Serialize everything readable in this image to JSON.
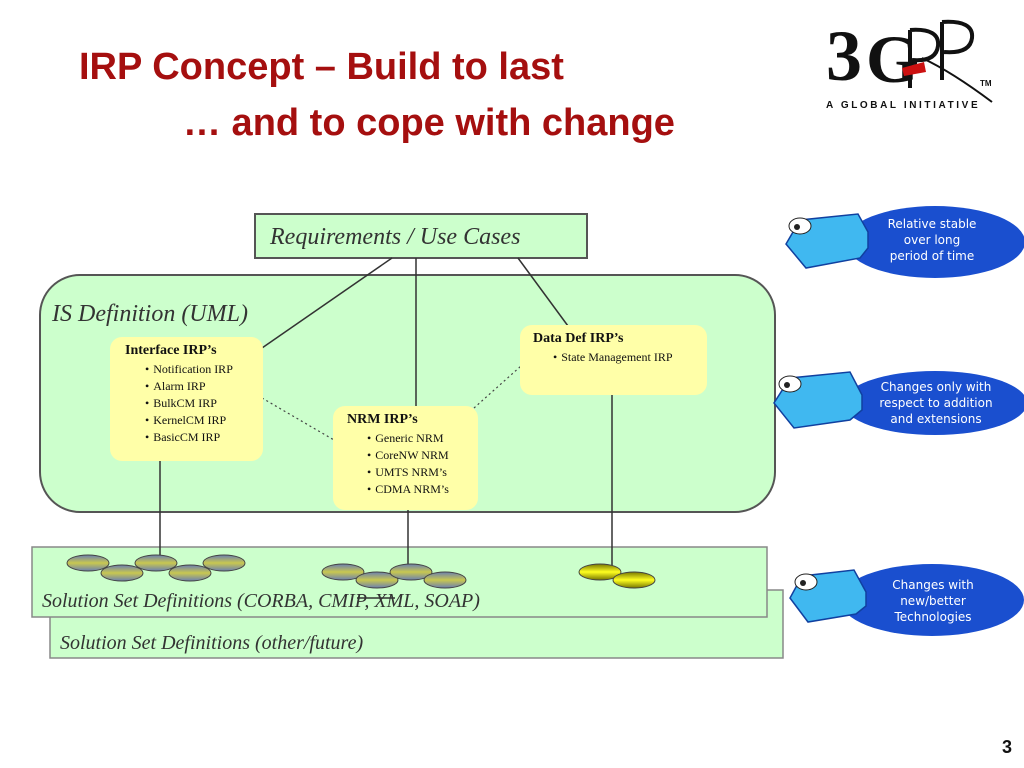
{
  "slide": {
    "title_line1": "IRP Concept – Build to last",
    "title_line2": "… and to cope with change",
    "page_number": "3"
  },
  "logo": {
    "name": "3GPP",
    "tagline": "A GLOBAL INITIATIVE",
    "trademark": "TM"
  },
  "diagram": {
    "requirements": "Requirements / Use Cases",
    "is_definition": "IS Definition (UML)",
    "interface_irps": {
      "title": "Interface IRP’s",
      "items": [
        "Notification IRP",
        "Alarm IRP",
        "BulkCM IRP",
        "KernelCM IRP",
        "BasicCM IRP"
      ]
    },
    "nrm_irps": {
      "title": "NRM IRP’s",
      "items": [
        "Generic NRM",
        "CoreNW NRM",
        "UMTS NRM’s",
        "CDMA NRM’s"
      ]
    },
    "data_def_irps": {
      "title": "Data Def IRP’s",
      "items": [
        "State Management IRP"
      ]
    },
    "solution_set_1": "Solution Set Definitions (CORBA, CMIP, XML, SOAP)",
    "solution_set_2": "Solution Set Definitions (other/future)"
  },
  "callouts": [
    {
      "lines": [
        "Relative stable",
        "over long",
        "period of time"
      ]
    },
    {
      "lines": [
        "Changes only with",
        "respect to addition",
        "and extensions"
      ]
    },
    {
      "lines": [
        "Changes with",
        "new/better",
        "Technologies"
      ]
    }
  ],
  "colors": {
    "title": "#a50f0f",
    "box_fill": "#ccffcc",
    "irp_fill": "#ffffa8",
    "bubble_fill": "#1a4fcf"
  }
}
